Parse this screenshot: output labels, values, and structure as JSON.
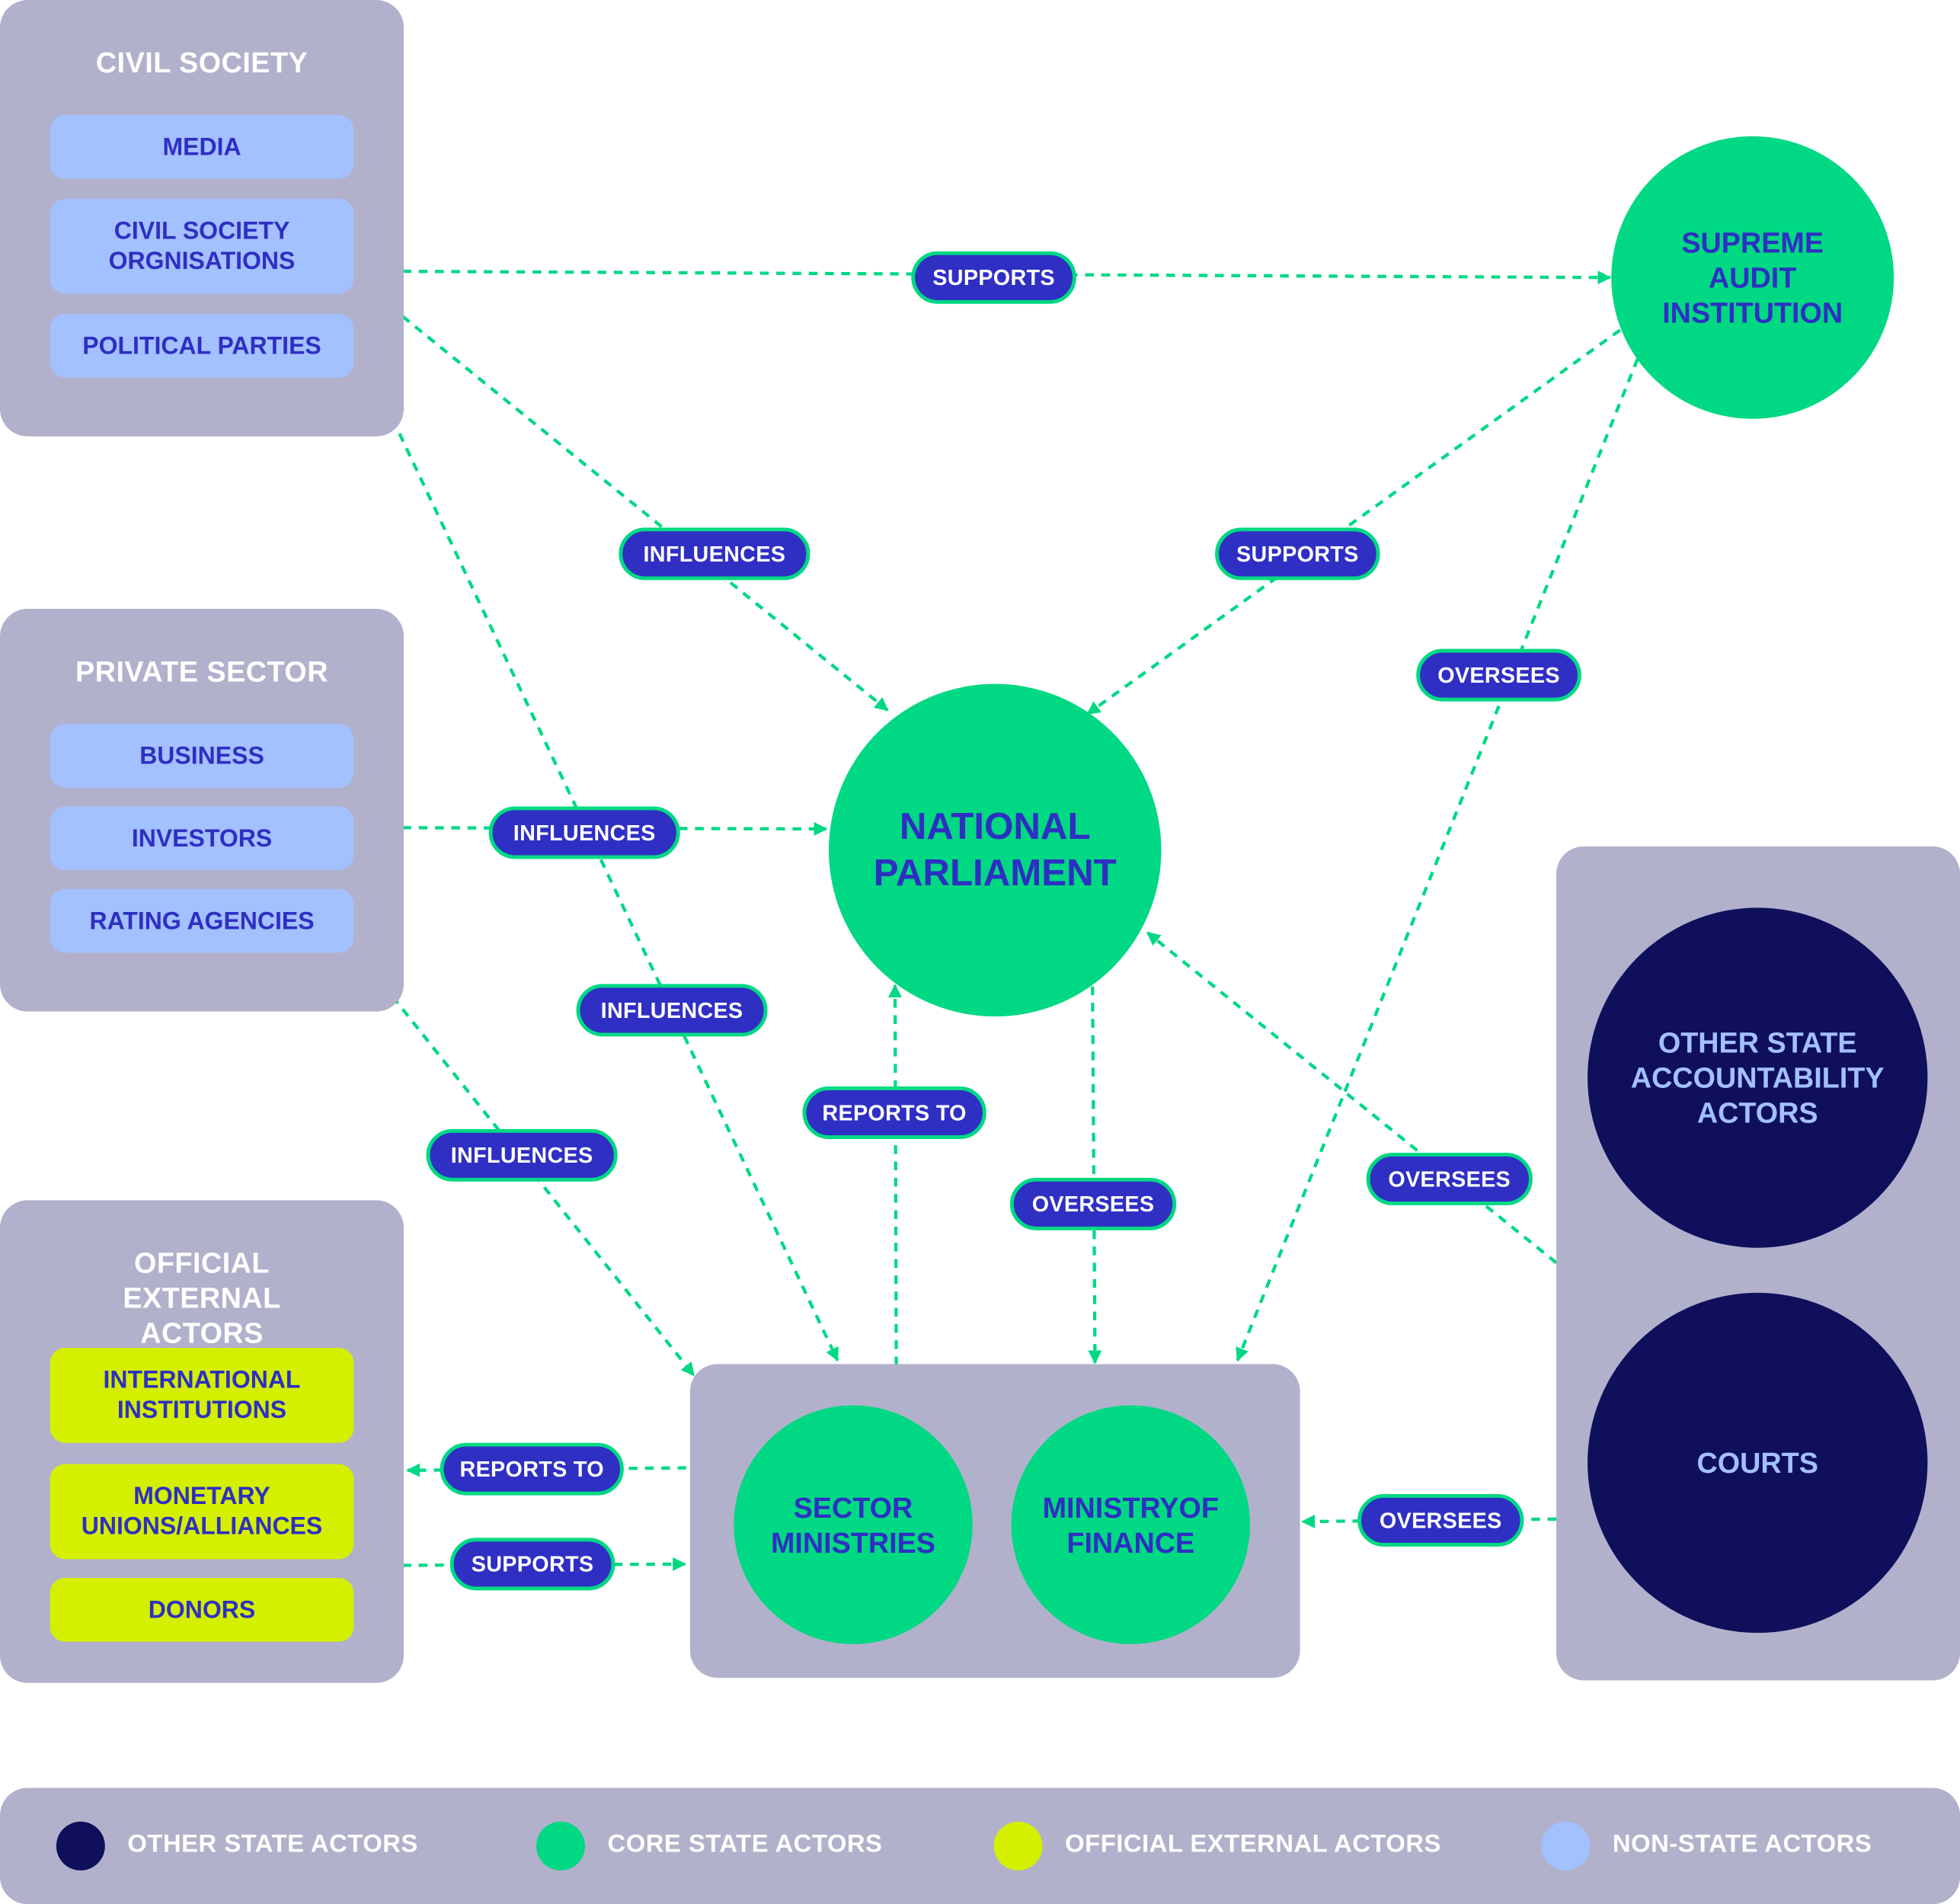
{
  "panels": {
    "civil_society": {
      "title": "CIVIL SOCIETY",
      "items": [
        "MEDIA",
        "CIVIL SOCIETY ORGNISATIONS",
        "POLITICAL PARTIES"
      ]
    },
    "private_sector": {
      "title": "PRIVATE SECTOR",
      "items": [
        "BUSINESS",
        "INVESTORS",
        "RATING AGENCIES"
      ]
    },
    "official_external": {
      "title": "OFFICIAL EXTERNAL ACTORS",
      "items": [
        "INTERNATIONAL INSTITUTIONS",
        "MONETARY UNIONS/ALLIANCES",
        "DONORS"
      ]
    }
  },
  "nodes": {
    "supreme_audit": "SUPREME AUDIT INSTITUTION",
    "national_parliament": "NATIONAL PARLIAMENT",
    "sector_ministries": "SECTOR MINISTRIES",
    "ministry_finance": "MINISTRYOF FINANCE",
    "other_state": "OTHER STATE ACCOUNTABILITY ACTORS",
    "courts": "COURTS"
  },
  "relations": {
    "cs_supports_sai": "SUPPORTS",
    "cs_influences_np": "INFLUENCES",
    "sai_supports_np": "SUPPORTS",
    "sai_oversees_mof": "OVERSEES",
    "ps_influences_np": "INFLUENCES",
    "cs_influences_sm": "INFLUENCES",
    "sm_reports_to_np": "REPORTS TO",
    "np_oversees_mof": "OVERSEES",
    "ps_influences_sm": "INFLUENCES",
    "osa_oversees_np": "OVERSEES",
    "sm_reports_to_oea": "REPORTS TO",
    "oea_supports_sm": "SUPPORTS",
    "courts_oversees_mof": "OVERSEES"
  },
  "legend": [
    {
      "label": "OTHER STATE ACTORS",
      "color": "#0f0f5c"
    },
    {
      "label": "CORE STATE ACTORS",
      "color": "#00d884"
    },
    {
      "label": "OFFICIAL EXTERNAL ACTORS",
      "color": "#d4f000"
    },
    {
      "label": "NON-STATE ACTORS",
      "color": "#a3c0ff"
    }
  ],
  "colors": {
    "panel": "#b1b1cc",
    "core_green": "#00d884",
    "navy": "#0f0f5c",
    "light_blue": "#a3c0ff",
    "lime": "#d4f000",
    "pill_blue": "#2f2fc4"
  }
}
